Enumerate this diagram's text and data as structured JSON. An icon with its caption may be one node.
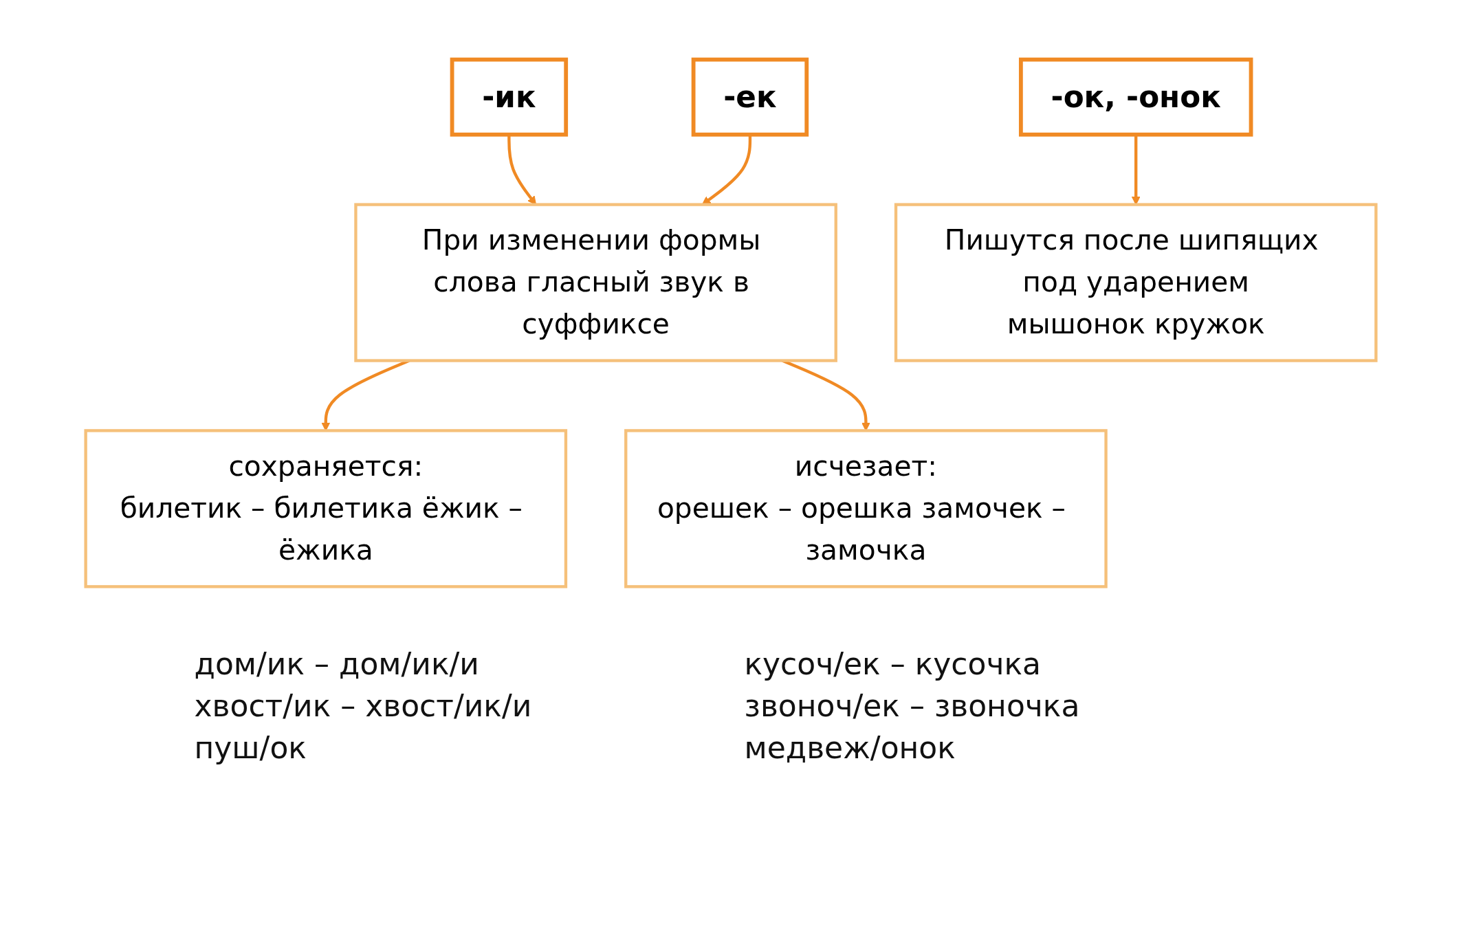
{
  "diagram": {
    "nodes": [
      {
        "text": [
          "-ик"
        ]
      },
      {
        "text": [
          "-ек"
        ]
      },
      {
        "text": [
          "-ок, -онок"
        ]
      },
      {
        "text": [
          "При изменении формы слова гласный звук в суффиксе"
        ]
      },
      {
        "text": [
          "сохраняется:",
          "билетик – билетика ёжик – ёжика"
        ]
      },
      {
        "text": [
          "исчезает:",
          "орешек – орешка замочек – замочка"
        ]
      },
      {
        "text": [
          "Пишутся после шипящих под ударением",
          "мышонок кружок"
        ]
      }
    ],
    "edges": [
      {
        "from": 0,
        "to": 3,
        "arrow": "to"
      },
      {
        "from": 1,
        "to": 3,
        "arrow": "to"
      },
      {
        "from": 3,
        "to": 4,
        "arrow": "to"
      },
      {
        "from": 3,
        "to": 5,
        "arrow": "to"
      },
      {
        "from": 2,
        "to": 6,
        "arrow": "to"
      }
    ],
    "labels": [
      "дом/ик – дом/ик/и",
      "кусоч/ек – кусочка",
      "хвост/ик – хвост/ик/и",
      "звоноч/ек – звоночка",
      "пуш/ок",
      "медвеж/онок"
    ]
  }
}
